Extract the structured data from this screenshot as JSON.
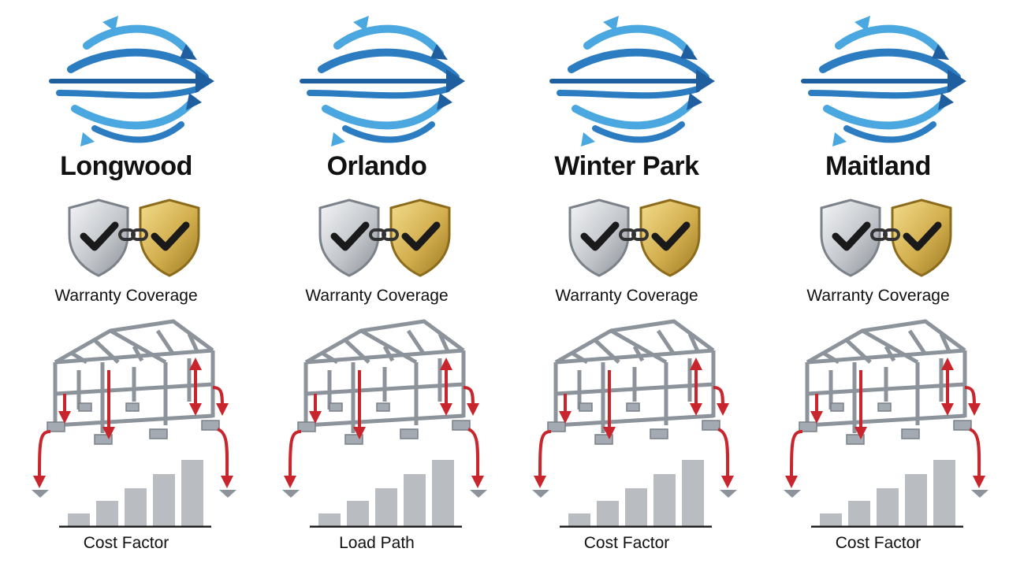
{
  "columns": [
    {
      "city": "Longwood",
      "caption_top": "Warranty Coverage",
      "caption_bottom": "Cost Factor"
    },
    {
      "city": "Orlando",
      "caption_top": "Warranty Coverage",
      "caption_bottom": "Load Path"
    },
    {
      "city": "Winter Park",
      "caption_top": "Warranty Coverage",
      "caption_bottom": "Cost Factor"
    },
    {
      "city": "Maitland",
      "caption_top": "Warranty Coverage",
      "caption_bottom": "Cost Factor"
    }
  ],
  "icons": {
    "wind": "wind-swirl-arrows-icon",
    "shields": "linked-check-shields-icon",
    "frame": "steel-frame-load-path-icon"
  },
  "colors": {
    "wind_dark": "#1f5fa0",
    "wind_light": "#48a6df",
    "shield_silver": "#b8bcc2",
    "shield_gold": "#c9a646",
    "arrow_red": "#c9252c",
    "steel": "#8c939b",
    "bar": "#a9acb0"
  }
}
